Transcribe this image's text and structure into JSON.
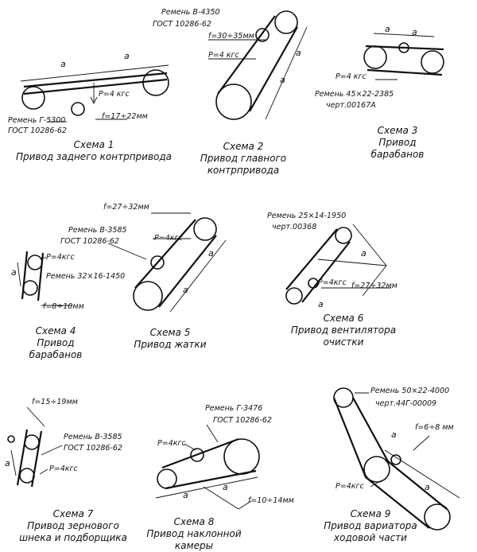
{
  "schemes": {
    "s1": {
      "caption": [
        "Схема 1",
        "Привод заднего контрпривода"
      ],
      "belt": [
        "Ремень Г-5300",
        "ГОСТ 10286-62"
      ],
      "dim_a": "a",
      "force": "P=4 кгс",
      "deflection": "f=17÷22мм"
    },
    "s2": {
      "caption": [
        "Схема 2",
        "Привод главного",
        "контрпривода"
      ],
      "belt": [
        "Ремень В-4350",
        "ГОСТ 10286-62"
      ],
      "dim_a": "a",
      "force": "P=4 кгс",
      "deflection": "f=30÷35мм"
    },
    "s3": {
      "caption": [
        "Схема 3",
        "Привод",
        "барабанов"
      ],
      "belt": [
        "Ремень 45×22-2385",
        "черт.00167А"
      ],
      "dim_a": "a",
      "force": "P=4 кгс"
    },
    "s4": {
      "caption": [
        "Схема 4",
        "Привод",
        "барабанов"
      ],
      "belt": [
        "Ремень 32×16-1450"
      ],
      "dim_a": "a",
      "force": "P=4кгс",
      "deflection": "f=8÷10мм"
    },
    "s5": {
      "caption": [
        "Схема 5",
        "Привод жатки"
      ],
      "belt": [
        "Ремень В-3585",
        "ГОСТ 10286-62"
      ],
      "dim_a": "a",
      "force": "P=4кгс",
      "deflection": "f=27÷32мм"
    },
    "s6": {
      "caption": [
        "Схема 6",
        "Привод вентилятора",
        "очистки"
      ],
      "belt": [
        "Ремень 25×14-1950",
        "черт.00368"
      ],
      "dim_a": "a",
      "force": "P=4кгс",
      "deflection": "f=27÷32мм"
    },
    "s7": {
      "caption": [
        "Схема 7",
        "Привод зернового",
        "шнека и подборщика"
      ],
      "belt": [
        "Ремень В-3585",
        "ГОСТ 10286-62"
      ],
      "dim_a": "a",
      "force": "P=4кгс",
      "deflection": "f=15÷19мм"
    },
    "s8": {
      "caption": [
        "Схема 8",
        "Привод наклонной",
        "камеры"
      ],
      "belt": [
        "Ремень Г-3476",
        "ГОСТ 10286-62"
      ],
      "dim_a": "a",
      "force": "P=4кгс",
      "deflection": "f=10÷14мм"
    },
    "s9": {
      "caption": [
        "Схема 9",
        "Привод вариатора",
        "ходовой части"
      ],
      "belt": [
        "Ремень 50×22-4000",
        "черт.44Г-00009"
      ],
      "dim_a": "a",
      "force": "P=4кгс",
      "deflection": "f=6÷8 мм"
    }
  }
}
